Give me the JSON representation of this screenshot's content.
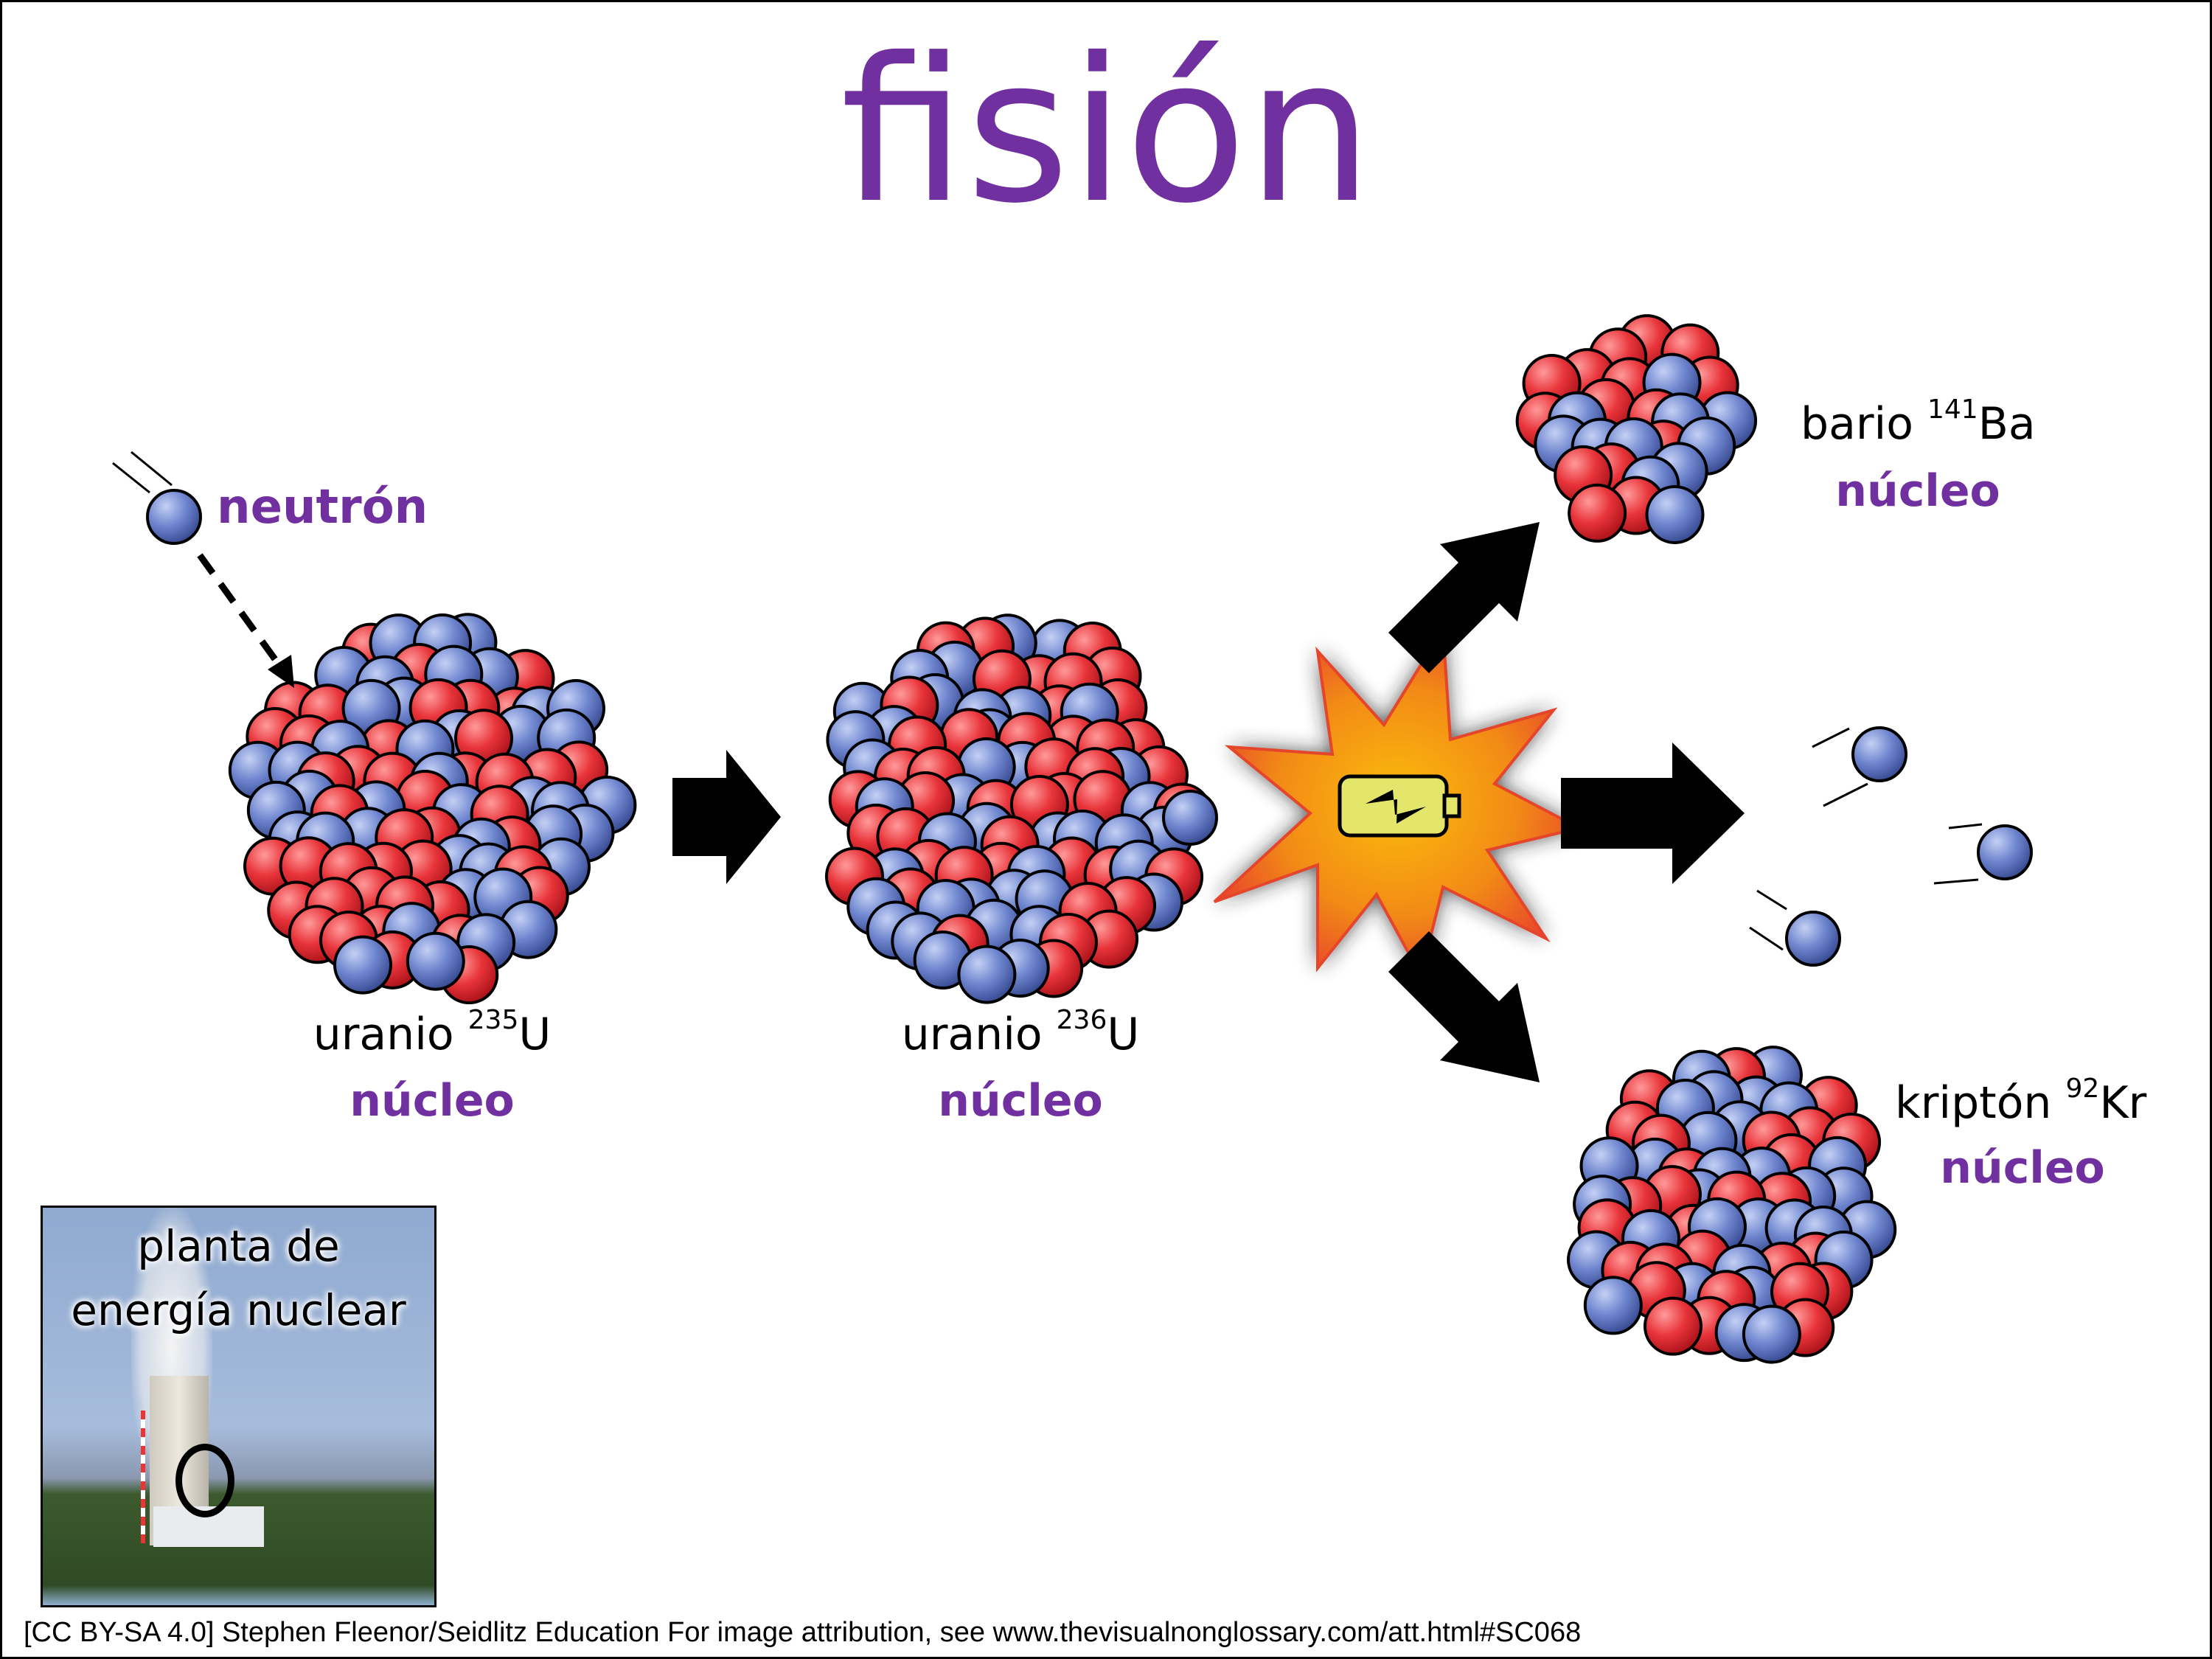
{
  "title": "fisión",
  "neutron_label": "neutrón",
  "uranium235": {
    "name": "uranio ",
    "mass": "235",
    "symbol": "U",
    "kind": "núcleo"
  },
  "uranium236": {
    "name": "uranio ",
    "mass": "236",
    "symbol": "U",
    "kind": "núcleo"
  },
  "barium": {
    "name": "bario ",
    "mass": "141",
    "symbol": "Ba",
    "kind": "núcleo"
  },
  "krypton": {
    "name": "kriptón ",
    "mass": "92",
    "symbol": "Kr",
    "kind": "núcleo"
  },
  "photo": {
    "caption_line1": "planta de",
    "caption_line2": "energía nuclear"
  },
  "attribution": "[CC BY-SA 4.0] Stephen Fleenor/Seidlitz Education For image attribution, see www.thevisualnonglossary.com/att.html#SC068",
  "colors": {
    "title": "#7030a0",
    "proton": "#e8343a",
    "neutron": "#5b72c0",
    "battery": "#e3e66b"
  }
}
